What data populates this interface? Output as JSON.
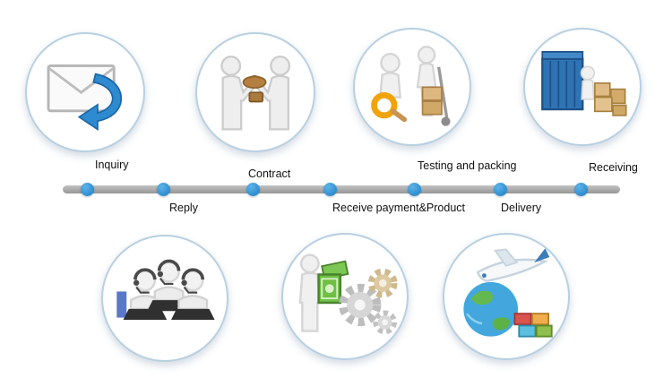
{
  "diagram": {
    "type": "process-flow-timeline",
    "description": "Order workflow timeline with illustrated steps above and below a horizontal bar"
  },
  "steps": [
    {
      "label": "Inquiry",
      "icon": "email-inquiry-icon",
      "position": "above"
    },
    {
      "label": "Reply",
      "icon": "customer-service-team-icon",
      "position": "below"
    },
    {
      "label": "Contract",
      "icon": "contract-handshake-icon",
      "position": "above"
    },
    {
      "label": "Receive payment&Product",
      "icon": "payment-product-icon",
      "position": "below"
    },
    {
      "label": "Testing and packing",
      "icon": "testing-packing-icon",
      "position": "above"
    },
    {
      "label": "Delivery",
      "icon": "air-delivery-icon",
      "position": "below"
    },
    {
      "label": "Receiving",
      "icon": "container-receiving-icon",
      "position": "above"
    }
  ],
  "colors": {
    "timeline_bar": "#a0a0a0",
    "timeline_dot": "#1f86c9",
    "circle_border": "#b8d0e2",
    "label_text": "#111111",
    "background": "#ffffff"
  }
}
